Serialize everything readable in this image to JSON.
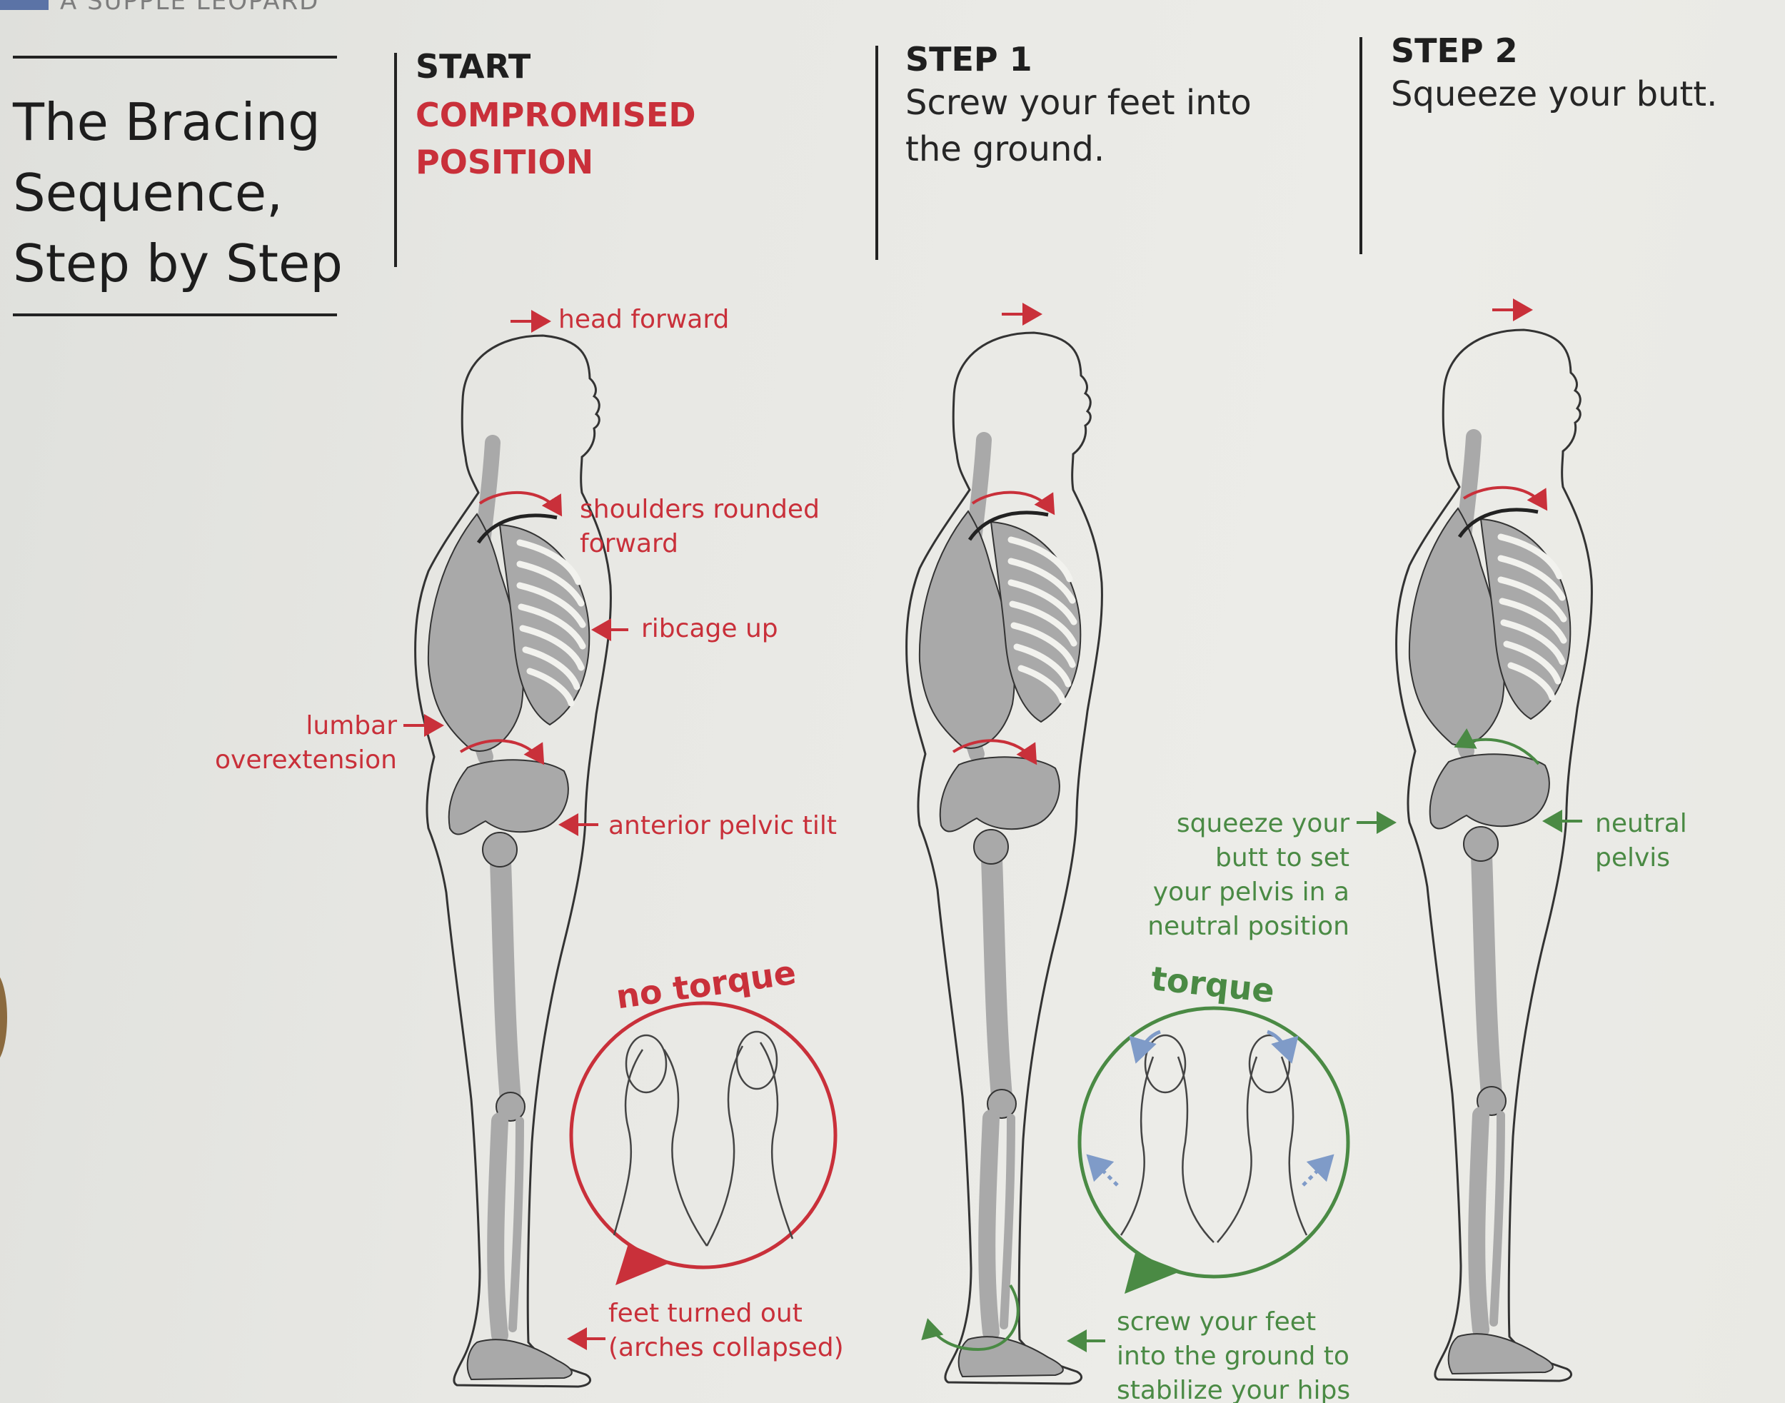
{
  "header": {
    "running_head": "A SUPPLE LEOPARD",
    "title_lines": [
      "The Bracing",
      "Sequence,",
      "Step by Step"
    ]
  },
  "steps": [
    {
      "label": "START",
      "subtitle_lines": [
        "COMPROMISED",
        "POSITION"
      ],
      "subtitle_color": "#c9303a"
    },
    {
      "label": "STEP 1",
      "subtitle_lines": [
        "Screw your feet into",
        "the ground."
      ],
      "subtitle_color": "#262626"
    },
    {
      "label": "STEP 2",
      "subtitle_lines": [
        "Squeeze your butt."
      ],
      "subtitle_color": "#262626"
    }
  ],
  "annotations": {
    "head_forward": "head forward",
    "shoulders_rounded": [
      "shoulders rounded",
      "forward"
    ],
    "ribcage_up": "ribcage up",
    "lumbar": [
      "lumbar",
      "overextension"
    ],
    "anterior_pelvic_tilt": "anterior pelvic tilt",
    "no_torque": "no torque",
    "feet_turned_out": [
      "feet turned out",
      "(arches collapsed)"
    ],
    "torque": "torque",
    "screw_feet": [
      "screw your feet",
      "into the ground to",
      "stabilize your hips"
    ],
    "squeeze_butt": [
      "squeeze your",
      "butt to set",
      "your pelvis in a",
      "neutral position"
    ],
    "neutral_pelvis": [
      "neutral",
      "pelvis"
    ]
  },
  "colors": {
    "fault_red": "#c9303a",
    "correct_green": "#4a8a44",
    "bone_gray": "#a9a9a9",
    "rotation_blue": "#7f9bc8"
  }
}
